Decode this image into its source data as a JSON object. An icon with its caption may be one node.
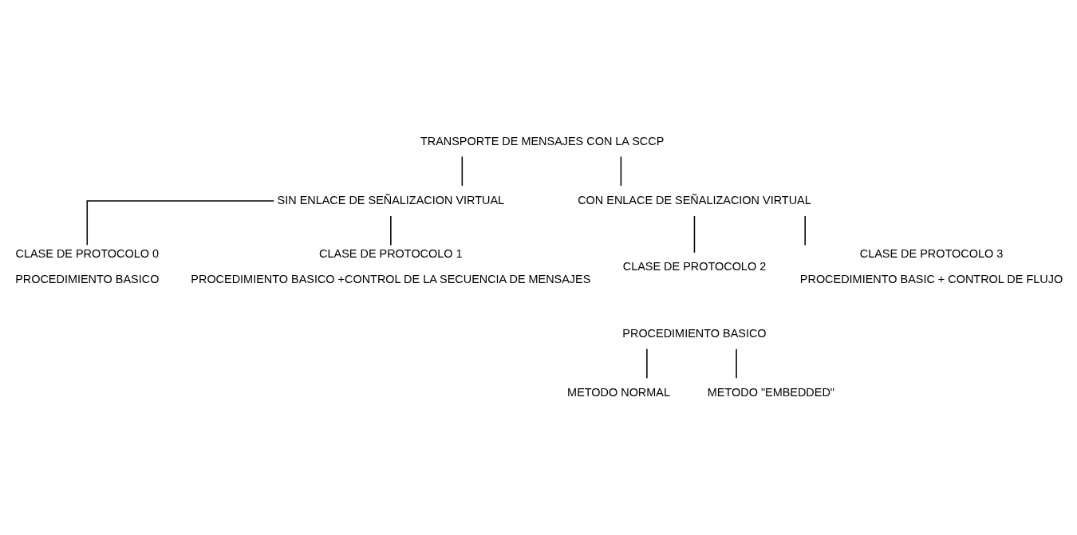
{
  "diagram": {
    "nodes": [
      {
        "text": [
          "TRANSPORTE DE MENSAJES CON LA SCCP"
        ]
      },
      {
        "text": [
          "SIN ENLACE DE SEÑALIZACION VIRTUAL"
        ]
      },
      {
        "text": [
          "CON ENLACE DE SEÑALIZACION VIRTUAL"
        ]
      },
      {
        "text": [
          "CLASE DE PROTOCOLO 0"
        ],
        "beside": [
          "PROCEDIMIENTO BASICO"
        ]
      },
      {
        "text": [
          "CLASE DE PROTOCOLO 1"
        ],
        "beside": [
          "PROCEDIMIENTO BASICO +CONTROL DE LA SECUENCIA DE MENSAJES"
        ]
      },
      {
        "text": [
          "CLASE DE PROTOCOLO 2"
        ]
      },
      {
        "text": [
          "CLASE DE PROTOCOLO 3"
        ],
        "beside": [
          "PROCEDIMIENTO BASIC + CONTROL DE FLUJO"
        ]
      },
      {
        "text": [
          "PROCEDIMIENTO BASICO"
        ]
      },
      {
        "text": [
          "METODO NORMAL"
        ]
      },
      {
        "text": [
          "METODO \"EMBEDDED\""
        ]
      }
    ],
    "edges": [
      {
        "from": 0,
        "to": 1,
        "arrow": "none"
      },
      {
        "from": 0,
        "to": 2,
        "arrow": "none"
      },
      {
        "from": 1,
        "to": 3,
        "arrow": "none"
      },
      {
        "from": 1,
        "to": 4,
        "arrow": "none"
      },
      {
        "from": 2,
        "to": 5,
        "arrow": "none"
      },
      {
        "from": 2,
        "to": 6,
        "arrow": "none"
      },
      {
        "from": 7,
        "to": 8,
        "arrow": "none"
      },
      {
        "from": 7,
        "to": 9,
        "arrow": "none"
      }
    ]
  }
}
